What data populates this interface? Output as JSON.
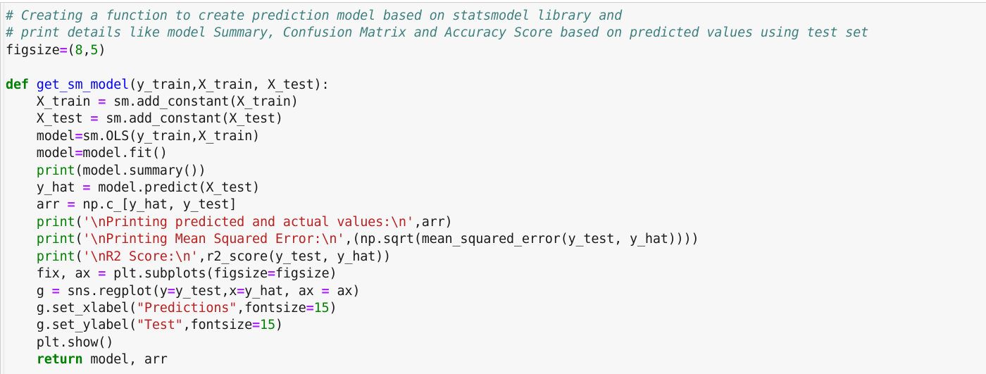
{
  "cell": {
    "name": "jupyter-code-cell",
    "language": "python",
    "background_color": "#f7f7f7",
    "border_color": "#cfcfcf"
  },
  "theme": {
    "comment_color": "#408080",
    "keyword_color": "#008000",
    "function_color": "#0000ff",
    "builtin_color": "#008000",
    "string_color": "#ba2121",
    "number_color": "#008000",
    "operator_color": "#aa22ff",
    "text_color": "#1a1a1a"
  },
  "code": {
    "lines": [
      {
        "n": 1,
        "text": "# Creating a function to create prediction model based on statsmodel library and",
        "tokens": [
          {
            "t": "# Creating a function to create prediction model based on statsmodel library and",
            "c": "cm"
          }
        ]
      },
      {
        "n": 2,
        "text": "# print details like model Summary, Confusion Matrix and Accuracy Score based on predicted values using test set",
        "tokens": [
          {
            "t": "# print details like model Summary, Confusion Matrix and Accuracy Score based on predicted values using test set",
            "c": "cm"
          }
        ]
      },
      {
        "n": 3,
        "text": "figsize=(8,5)",
        "tokens": [
          {
            "t": "figsize",
            "c": "pl"
          },
          {
            "t": "=",
            "c": "op"
          },
          {
            "t": "(",
            "c": "pl"
          },
          {
            "t": "8",
            "c": "nu"
          },
          {
            "t": ",",
            "c": "pl"
          },
          {
            "t": "5",
            "c": "nu"
          },
          {
            "t": ")",
            "c": "pl"
          }
        ]
      },
      {
        "n": 4,
        "text": "",
        "tokens": []
      },
      {
        "n": 5,
        "text": "def get_sm_model(y_train,X_train, X_test):",
        "tokens": [
          {
            "t": "def",
            "c": "kw"
          },
          {
            "t": " ",
            "c": "pl"
          },
          {
            "t": "get_sm_model",
            "c": "fn"
          },
          {
            "t": "(y_train,X_train, X_test):",
            "c": "pl"
          }
        ]
      },
      {
        "n": 6,
        "text": "    X_train = sm.add_constant(X_train)",
        "tokens": [
          {
            "t": "    X_train ",
            "c": "pl"
          },
          {
            "t": "=",
            "c": "op"
          },
          {
            "t": " sm.add_constant(X_train)",
            "c": "pl"
          }
        ]
      },
      {
        "n": 7,
        "text": "    X_test = sm.add_constant(X_test)",
        "tokens": [
          {
            "t": "    X_test ",
            "c": "pl"
          },
          {
            "t": "=",
            "c": "op"
          },
          {
            "t": " sm.add_constant(X_test)",
            "c": "pl"
          }
        ]
      },
      {
        "n": 8,
        "text": "    model=sm.OLS(y_train,X_train)",
        "tokens": [
          {
            "t": "    model",
            "c": "pl"
          },
          {
            "t": "=",
            "c": "op"
          },
          {
            "t": "sm.OLS(y_train,X_train)",
            "c": "pl"
          }
        ]
      },
      {
        "n": 9,
        "text": "    model=model.fit()",
        "tokens": [
          {
            "t": "    model",
            "c": "pl"
          },
          {
            "t": "=",
            "c": "op"
          },
          {
            "t": "model.fit()",
            "c": "pl"
          }
        ]
      },
      {
        "n": 10,
        "text": "    print(model.summary())",
        "tokens": [
          {
            "t": "    ",
            "c": "pl"
          },
          {
            "t": "print",
            "c": "bi"
          },
          {
            "t": "(model.summary())",
            "c": "pl"
          }
        ]
      },
      {
        "n": 11,
        "text": "    y_hat = model.predict(X_test)",
        "tokens": [
          {
            "t": "    y_hat ",
            "c": "pl"
          },
          {
            "t": "=",
            "c": "op"
          },
          {
            "t": " model.predict(X_test)",
            "c": "pl"
          }
        ]
      },
      {
        "n": 12,
        "text": "    arr = np.c_[y_hat, y_test]",
        "tokens": [
          {
            "t": "    arr ",
            "c": "pl"
          },
          {
            "t": "=",
            "c": "op"
          },
          {
            "t": " np.c_[y_hat, y_test]",
            "c": "pl"
          }
        ]
      },
      {
        "n": 13,
        "text": "    print('\\nPrinting predicted and actual values:\\n',arr)",
        "tokens": [
          {
            "t": "    ",
            "c": "pl"
          },
          {
            "t": "print",
            "c": "bi"
          },
          {
            "t": "(",
            "c": "pl"
          },
          {
            "t": "'\\nPrinting predicted and actual values:\\n'",
            "c": "st"
          },
          {
            "t": ",arr)",
            "c": "pl"
          }
        ]
      },
      {
        "n": 14,
        "text": "    print('\\nPrinting Mean Squared Error:\\n',(np.sqrt(mean_squared_error(y_test, y_hat))))",
        "tokens": [
          {
            "t": "    ",
            "c": "pl"
          },
          {
            "t": "print",
            "c": "bi"
          },
          {
            "t": "(",
            "c": "pl"
          },
          {
            "t": "'\\nPrinting Mean Squared Error:\\n'",
            "c": "st"
          },
          {
            "t": ",(np.sqrt(mean_squared_error(y_test, y_hat))))",
            "c": "pl"
          }
        ]
      },
      {
        "n": 15,
        "text": "    print('\\nR2 Score:\\n',r2_score(y_test, y_hat))",
        "tokens": [
          {
            "t": "    ",
            "c": "pl"
          },
          {
            "t": "print",
            "c": "bi"
          },
          {
            "t": "(",
            "c": "pl"
          },
          {
            "t": "'\\nR2 Score:\\n'",
            "c": "st"
          },
          {
            "t": ",r2_score(y_test, y_hat))",
            "c": "pl"
          }
        ]
      },
      {
        "n": 16,
        "text": "    fix, ax = plt.subplots(figsize=figsize)",
        "tokens": [
          {
            "t": "    fix, ax ",
            "c": "pl"
          },
          {
            "t": "=",
            "c": "op"
          },
          {
            "t": " plt.subplots(figsize",
            "c": "pl"
          },
          {
            "t": "=",
            "c": "op"
          },
          {
            "t": "figsize)",
            "c": "pl"
          }
        ]
      },
      {
        "n": 17,
        "text": "    g = sns.regplot(y=y_test,x=y_hat, ax = ax)",
        "tokens": [
          {
            "t": "    g ",
            "c": "pl"
          },
          {
            "t": "=",
            "c": "op"
          },
          {
            "t": " sns.regplot(y",
            "c": "pl"
          },
          {
            "t": "=",
            "c": "op"
          },
          {
            "t": "y_test,x",
            "c": "pl"
          },
          {
            "t": "=",
            "c": "op"
          },
          {
            "t": "y_hat, ax ",
            "c": "pl"
          },
          {
            "t": "=",
            "c": "op"
          },
          {
            "t": " ax)",
            "c": "pl"
          }
        ]
      },
      {
        "n": 18,
        "text": "    g.set_xlabel(\"Predictions\",fontsize=15)",
        "tokens": [
          {
            "t": "    g.set_xlabel(",
            "c": "pl"
          },
          {
            "t": "\"Predictions\"",
            "c": "st"
          },
          {
            "t": ",fontsize",
            "c": "pl"
          },
          {
            "t": "=",
            "c": "op"
          },
          {
            "t": "15",
            "c": "nu"
          },
          {
            "t": ")",
            "c": "pl"
          }
        ]
      },
      {
        "n": 19,
        "text": "    g.set_ylabel(\"Test\",fontsize=15)",
        "tokens": [
          {
            "t": "    g.set_ylabel(",
            "c": "pl"
          },
          {
            "t": "\"Test\"",
            "c": "st"
          },
          {
            "t": ",fontsize",
            "c": "pl"
          },
          {
            "t": "=",
            "c": "op"
          },
          {
            "t": "15",
            "c": "nu"
          },
          {
            "t": ")",
            "c": "pl"
          }
        ]
      },
      {
        "n": 20,
        "text": "    plt.show()",
        "tokens": [
          {
            "t": "    plt.show()",
            "c": "pl"
          }
        ]
      },
      {
        "n": 21,
        "text": "    return model, arr",
        "tokens": [
          {
            "t": "    ",
            "c": "pl"
          },
          {
            "t": "return",
            "c": "kw"
          },
          {
            "t": " model, arr",
            "c": "pl"
          }
        ]
      }
    ]
  }
}
